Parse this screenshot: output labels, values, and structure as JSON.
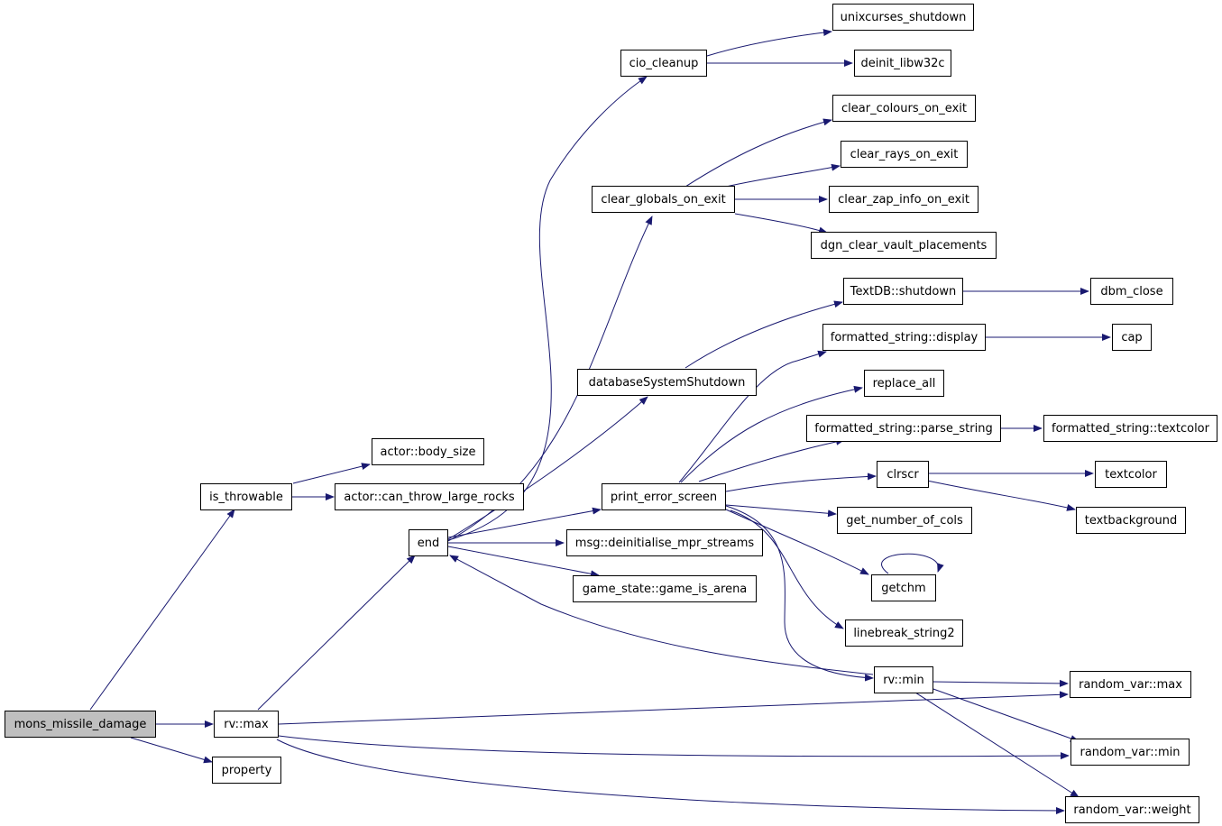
{
  "nodes": {
    "mons_missile_damage": "mons_missile_damage",
    "is_throwable": "is_throwable",
    "actor_body_size": "actor::body_size",
    "actor_can_throw_large_rocks": "actor::can_throw_large_rocks",
    "rv_max": "rv::max",
    "property": "property",
    "end": "end",
    "cio_cleanup": "cio_cleanup",
    "unixcurses_shutdown": "unixcurses_shutdown",
    "deinit_libw32c": "deinit_libw32c",
    "clear_globals_on_exit": "clear_globals_on_exit",
    "clear_colours_on_exit": "clear_colours_on_exit",
    "clear_rays_on_exit": "clear_rays_on_exit",
    "clear_zap_info_on_exit": "clear_zap_info_on_exit",
    "dgn_clear_vault_placements": "dgn_clear_vault_placements",
    "databaseSystemShutdown": "databaseSystemShutdown",
    "textdb_shutdown": "TextDB::shutdown",
    "dbm_close": "dbm_close",
    "print_error_screen": "print_error_screen",
    "formatted_string_display": "formatted_string::display",
    "cap": "cap",
    "replace_all": "replace_all",
    "formatted_string_parse_string": "formatted_string::parse_string",
    "formatted_string_textcolor": "formatted_string::textcolor",
    "clrscr": "clrscr",
    "textcolor": "textcolor",
    "textbackground": "textbackground",
    "get_number_of_cols": "get_number_of_cols",
    "getchm": "getchm",
    "linebreak_string2": "linebreak_string2",
    "rv_min": "rv::min",
    "msg_deinitialise_mpr_streams": "msg::deinitialise_mpr_streams",
    "game_state_game_is_arena": "game_state::game_is_arena",
    "random_var_max": "random_var::max",
    "random_var_min": "random_var::min",
    "random_var_weight": "random_var::weight"
  },
  "colors": {
    "edge": "#191970",
    "root_fill": "#bfbfbf",
    "node_border": "#000000"
  }
}
